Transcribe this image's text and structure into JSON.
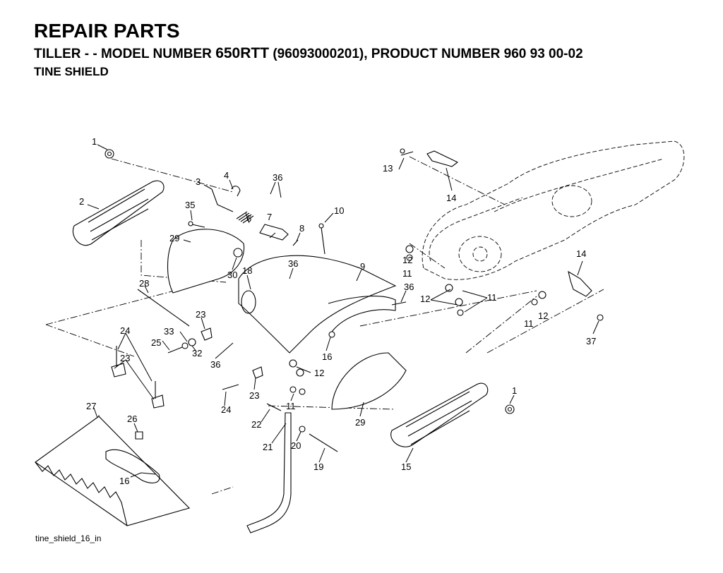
{
  "header": {
    "title": "REPAIR PARTS",
    "subtitle_pre": "TILLER - - MODEL NUMBER ",
    "subtitle_model": "650RTT",
    "subtitle_post": " (96093000201), PRODUCT NUMBER 960 93 00-02",
    "section": "TINE SHIELD"
  },
  "footer": {
    "filename": "tine_shield_16_in"
  },
  "callouts": [
    "1",
    "2",
    "3",
    "4",
    "36",
    "6",
    "7",
    "8",
    "10",
    "35",
    "29",
    "30",
    "18",
    "36",
    "9",
    "36",
    "12",
    "11",
    "12",
    "11",
    "12",
    "11",
    "14",
    "13",
    "14",
    "37",
    "28",
    "23",
    "33",
    "32",
    "25",
    "24",
    "23",
    "16",
    "12",
    "36",
    "23",
    "24",
    "11",
    "22",
    "21",
    "20",
    "29",
    "19",
    "27",
    "26",
    "16",
    "15",
    "1"
  ]
}
